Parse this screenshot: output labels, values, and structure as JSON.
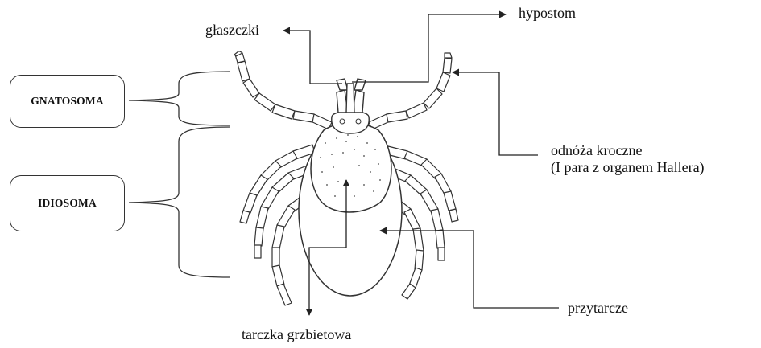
{
  "groups": {
    "gnatosoma": "GNATOSOMA",
    "idiosoma": "IDIOSOMA"
  },
  "labels": {
    "glaszczki": "głaszczki",
    "hypostom": "hypostom",
    "odnoza_line1": "odnóża kroczne",
    "odnoza_line2": "(I para z organem Hallera)",
    "przytarcze": "przytarcze",
    "tarczka": "tarczka grzbietowa"
  },
  "colors": {
    "line": "#222222",
    "fill": "#ffffff"
  }
}
